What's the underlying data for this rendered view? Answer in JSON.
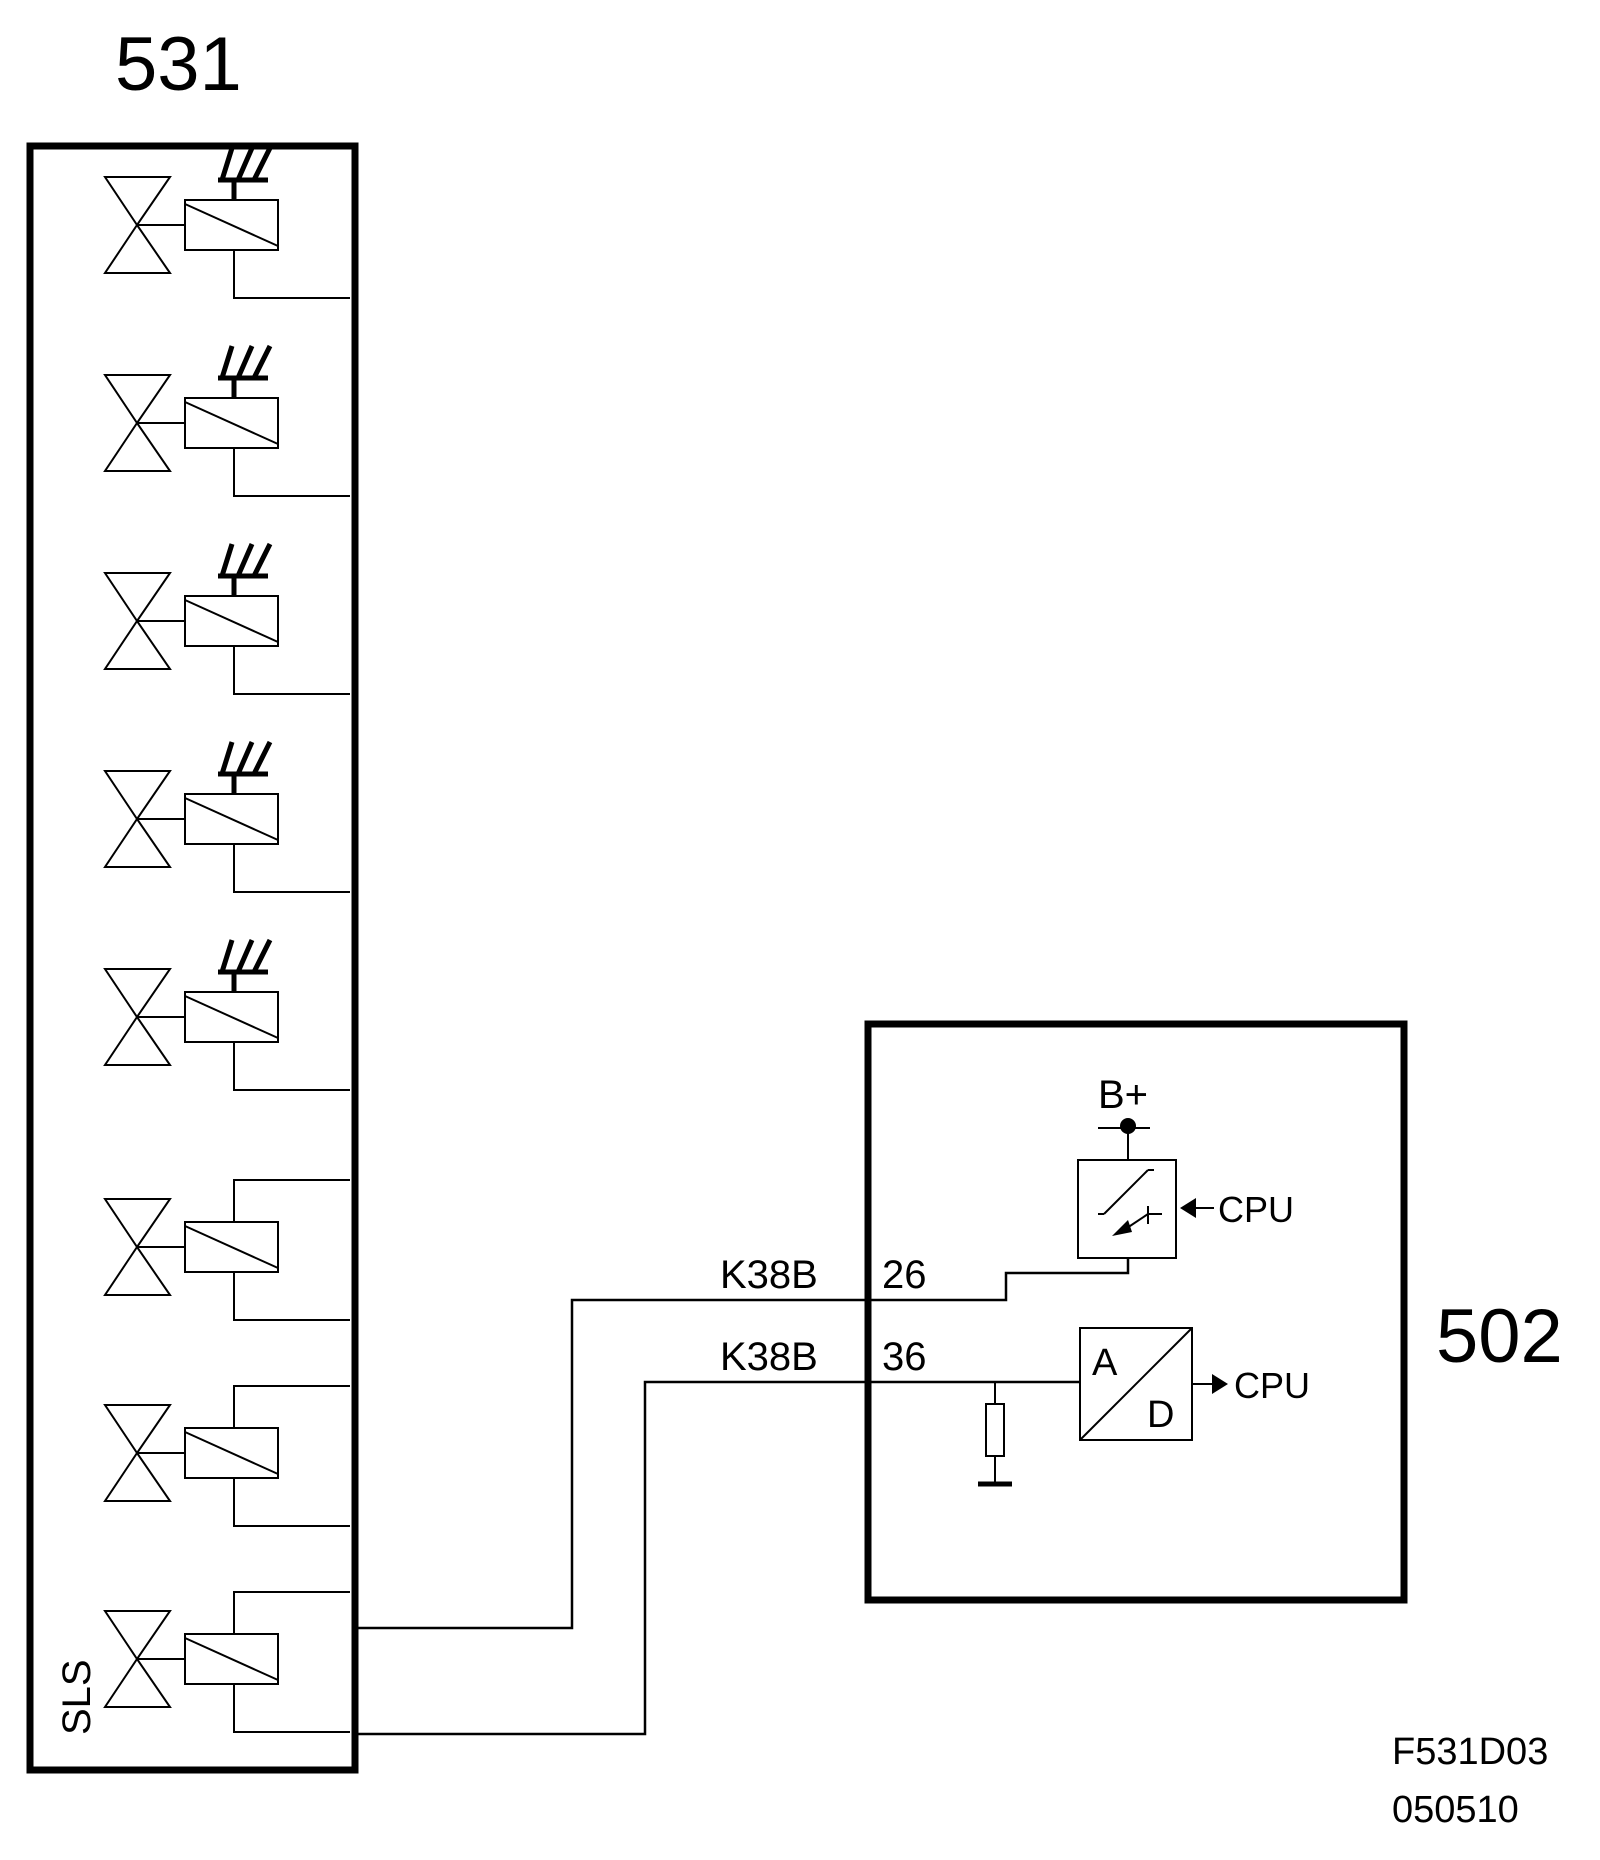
{
  "modules": {
    "left": {
      "id": "531"
    },
    "right": {
      "id": "502"
    }
  },
  "valves": {
    "with_spring_count": 5,
    "plain_count": 3,
    "last_valve_label": "SLS"
  },
  "wires": [
    {
      "name": "K38B",
      "pin": "26"
    },
    {
      "name": "K38B",
      "pin": "36"
    }
  ],
  "internal": {
    "supply_label": "B+",
    "driver_input_label": "CPU",
    "adc_a": "A",
    "adc_d": "D",
    "adc_output_label": "CPU"
  },
  "footer": {
    "code": "F531D03",
    "date": "050510"
  }
}
